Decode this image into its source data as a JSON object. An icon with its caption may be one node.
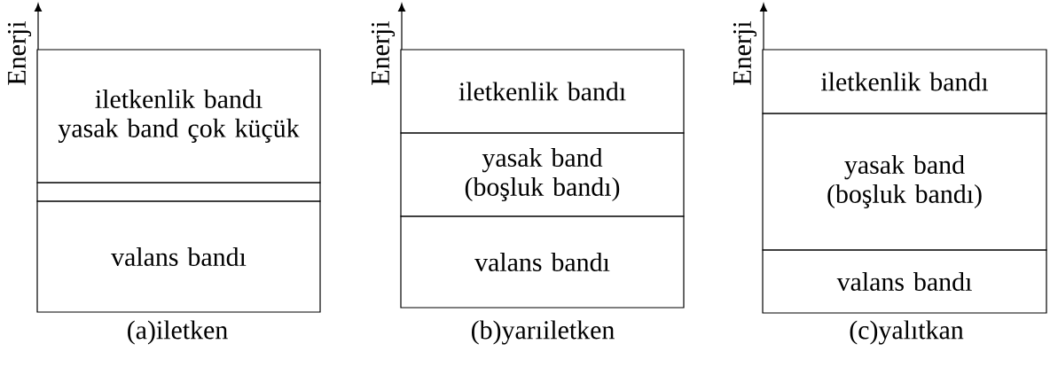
{
  "diagram": {
    "nodes": [
      {
        "text": [
          "iletkenlik bandı",
          "yasak band çok küçük"
        ]
      },
      {
        "text": [],
        "shape": "bar"
      },
      {
        "text": [
          "valans bandı"
        ]
      },
      {
        "text": [
          "iletkenlik bandı"
        ]
      },
      {
        "text": [
          "yasak band (boşluk bandı)"
        ]
      },
      {
        "text": [
          "valans bandı"
        ]
      },
      {
        "text": [
          "iletkenlik bandı"
        ]
      },
      {
        "text": [
          "yasak band (boşluk bandı)"
        ]
      },
      {
        "text": [
          "valans bandı"
        ]
      }
    ],
    "labels": [
      "Enerji",
      "Enerji",
      "Enerji",
      "(a)iletken",
      "(b)yarıiletken",
      "(c)yalıtkan"
    ]
  }
}
